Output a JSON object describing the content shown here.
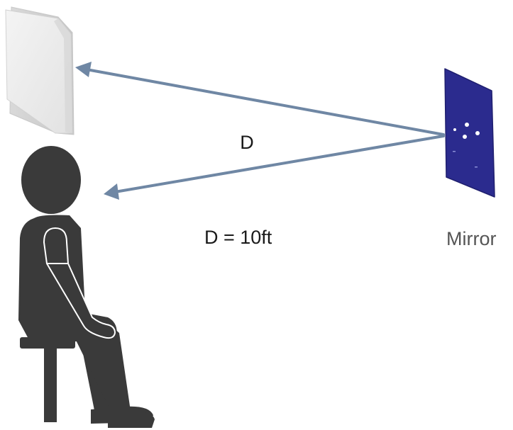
{
  "labels": {
    "distance": "D",
    "distance_value": "D = 10ft",
    "mirror": "Mirror"
  },
  "colors": {
    "arrow": "#6f87a4",
    "person": "#3a3a3a",
    "mirror": "#2b2b8e",
    "chart": "#ececec"
  },
  "icons": {
    "chart": "eye-chart-icon",
    "person": "seated-person-icon",
    "mirror": "mirror-icon"
  }
}
